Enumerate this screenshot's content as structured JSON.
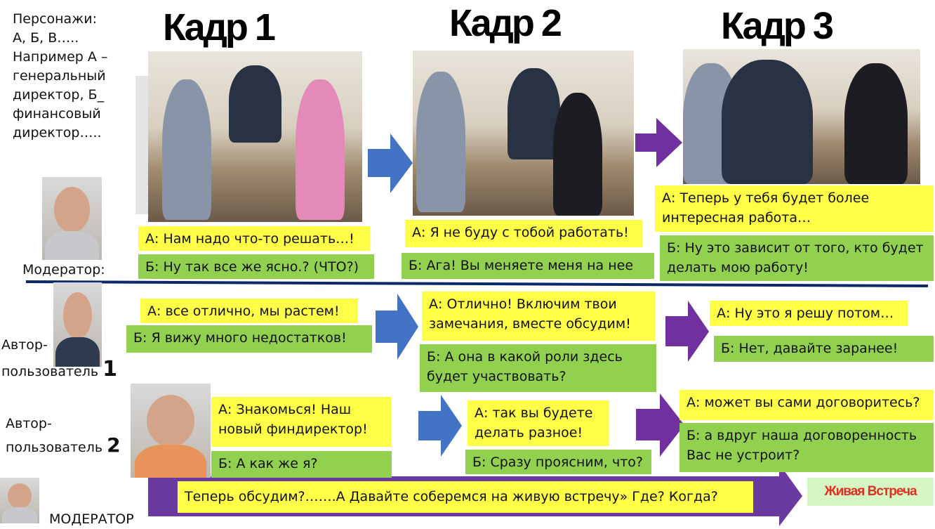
{
  "intro": [
    "Персонажи:",
    "А, Б, В…..",
    "Например А –",
    "генеральный",
    "директор, Б_",
    "финансовый",
    "директор….."
  ],
  "frames": [
    {
      "title": "Кадр 1"
    },
    {
      "title": "Кадр 2"
    },
    {
      "title": "Кадр 3"
    }
  ],
  "roles": {
    "moderator": "Модератор:",
    "author1_a": "Автор-",
    "author1_b": "пользователь",
    "author1_num": "1",
    "author2_a": "Автор-",
    "author2_b": "пользователь",
    "author2_num": "2",
    "moderator_bottom": "МОДЕРАТОР"
  },
  "moderator_row": {
    "f1a": "А: Нам надо что-то решать…!",
    "f1b": "Б: Ну так все же ясно.? (ЧТО?)",
    "f2a": "А: Я не буду с тобой работать!",
    "f2b": "Б: Ага! Вы меняете меня на нее",
    "f3a": "А: Теперь у тебя будет более интересная работа…",
    "f3b": "Б: Ну это зависит от того, кто будет делать мою работу!"
  },
  "author1_row": {
    "f1a": "А: все отлично, мы растем!",
    "f1b": "Б: Я вижу много недостатков!",
    "f2a": "А: Отлично! Включим твои замечания, вместе обсудим!",
    "f2b": "Б: А она в какой роли здесь будет участвовать?",
    "f3a": "А: Ну это я решу потом…",
    "f3b": "Б: Нет, давайте заранее!"
  },
  "author2_row": {
    "f1a": "А: Знакомься! Наш новый финдиректор!",
    "f1b": "Б: А как же я?",
    "f2a": "А: так вы будете делать разное!",
    "f2b": "Б: Сразу проясним, что?",
    "f3a": "А: может вы сами договоритесь?",
    "f3b": "Б: а вдруг наша договоренность Вас не устроит?"
  },
  "bottom": {
    "text": "Теперь обсудим?…….А Давайте соберемся  на живую встречу» Где? Когда?",
    "result": "Живая Встреча"
  },
  "colors": {
    "yellow": "#ffff47",
    "green": "#92d050",
    "blue_arrow": "#4472c4",
    "purple_arrow": "#7030a0",
    "line": "#0c2a6a",
    "result_text": "#e03020"
  }
}
